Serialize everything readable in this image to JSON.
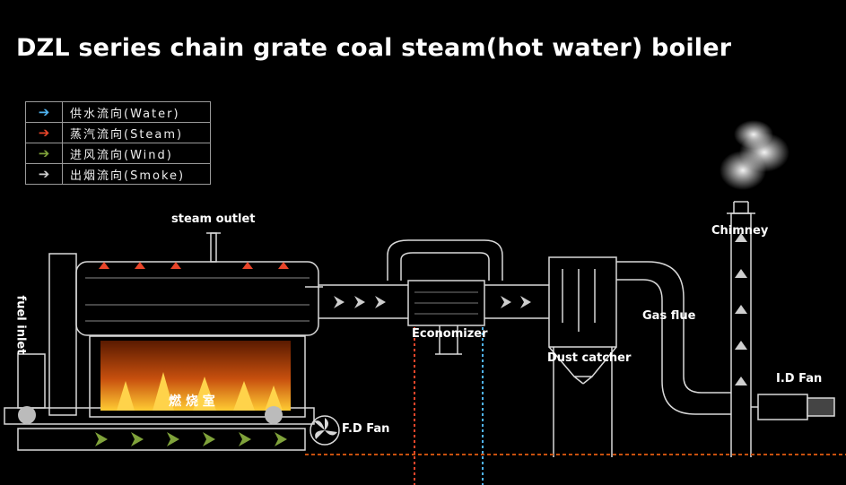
{
  "title": "DZL series chain grate coal steam(hot water) boiler",
  "legend": [
    {
      "arrow": "➔",
      "text": "供水流向(Water)",
      "color": "#4fb3f0"
    },
    {
      "arrow": "➔",
      "text": "蒸汽流向(Steam)",
      "color": "#e8452a"
    },
    {
      "arrow": "➔",
      "text": "进风流向(Wind)",
      "color": "#7fa23a"
    },
    {
      "arrow": "➔",
      "text": "出烟流向(Smoke)",
      "color": "#cfcfcf"
    }
  ],
  "labels": {
    "steam_outlet": "steam outlet",
    "fuel_inlet": "fuel inlet",
    "furnace": "燃 烧 室",
    "fd_fan": "F.D Fan",
    "economizer": "Economizer",
    "dust_catcher": "Dust catcher",
    "gas_flue": "Gas flue",
    "chimney": "Chimney",
    "id_fan": "I.D Fan"
  },
  "colors": {
    "outline": "#d9d9d9",
    "fire": "#f08a1c",
    "water": "#4fb3f0",
    "steam": "#e8452a",
    "wind": "#7fa23a",
    "smoke": "#cfcfcf"
  }
}
